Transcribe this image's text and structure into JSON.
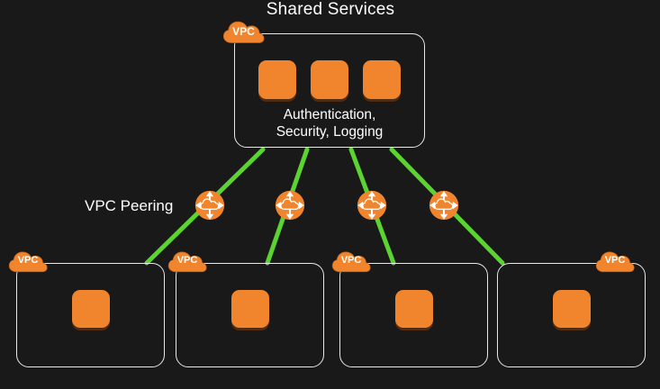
{
  "diagram": {
    "title": "Shared Services",
    "shared_services": {
      "vpc_badge": "VPC",
      "caption_line1": "Authentication,",
      "caption_line2": "Security, Logging",
      "service_node_count": 3
    },
    "peering": {
      "label": "VPC Peering",
      "icon": "vpc-peering-icon",
      "connection_count": 4
    },
    "vpcs": [
      {
        "vpc_badge": "VPC",
        "badge_corner": "top-left"
      },
      {
        "vpc_badge": "VPC",
        "badge_corner": "top-left"
      },
      {
        "vpc_badge": "VPC",
        "badge_corner": "top-left"
      },
      {
        "vpc_badge": "VPC",
        "badge_corner": "top-right"
      }
    ],
    "colors": {
      "background": "#191919",
      "orange": "#F0852E",
      "green": "#5BD331",
      "box_border": "#E8E8E8",
      "text": "#FFFFFF"
    }
  }
}
